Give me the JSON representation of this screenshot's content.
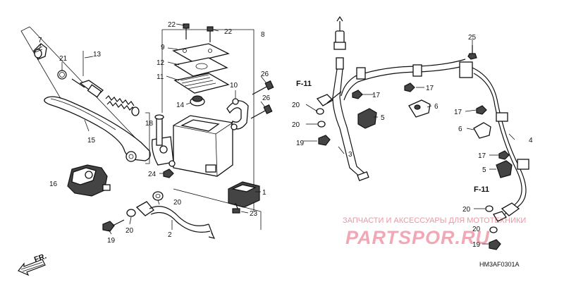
{
  "watermark": {
    "line1": "ЗАПЧАСТИ И АКСЕССУАРЫ ДЛЯ МОТОТЕХНИКИ",
    "line2": "PARTSPOR.RU"
  },
  "diagram_code": "HM3AF0301A",
  "direction_marker": "FR.",
  "references": {
    "f11_a": "F-11",
    "f11_b": "F-11"
  },
  "labels": {
    "l1": "1",
    "l2": "2",
    "l3": "3",
    "l4": "4",
    "l5a": "5",
    "l5b": "5",
    "l6a": "6",
    "l6b": "6",
    "l8": "8",
    "l9": "9",
    "l10": "10",
    "l11": "11",
    "l12": "12",
    "l13": "13",
    "l14": "14",
    "l15": "15",
    "l16": "16",
    "l17a": "17",
    "l17b": "17",
    "l17c": "17",
    "l17d": "17",
    "l18": "18",
    "l19a": "19",
    "l19b": "19",
    "l19c": "19",
    "l20a": "20",
    "l20b": "20",
    "l20c": "20",
    "l20d": "20",
    "l20e": "20",
    "l20f": "20",
    "l21": "21",
    "l22a": "22",
    "l22b": "22",
    "l23": "23",
    "l24": "24",
    "l25": "25",
    "l26a": "26",
    "l26b": "26",
    "l7": "7"
  }
}
